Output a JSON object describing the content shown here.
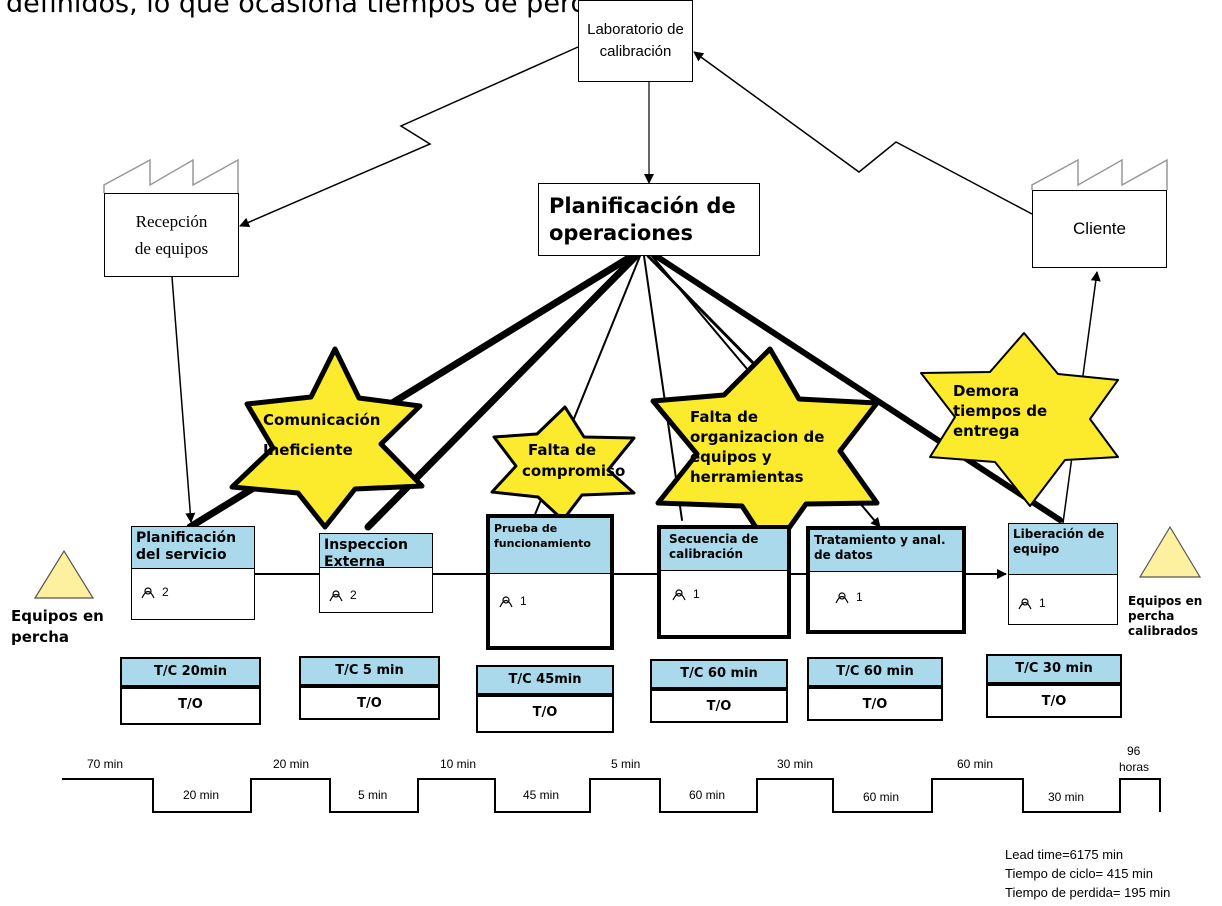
{
  "header_text": "definidos, lo que ocasiona tiempos de pérdida.",
  "nodes": {
    "lab": [
      "Laboratorio de",
      "calibración"
    ],
    "recepcion": [
      "Recepción",
      "de equipos"
    ],
    "cliente": "Cliente",
    "planificacion_ops": [
      "Planificación de",
      "operaciones"
    ]
  },
  "stars": {
    "comunicacion": [
      "Comunicación",
      "Ineficiente"
    ],
    "compromiso": [
      "Falta de",
      "compromiso"
    ],
    "organizacion": [
      "Falta de",
      "organizacion de",
      "equipos     y",
      "herramientas"
    ],
    "demora": [
      "Demora",
      "tiempos de",
      "entrega"
    ]
  },
  "inventory": {
    "left": [
      "Equipos en",
      "percha"
    ],
    "right": [
      "Equipos en",
      "percha",
      "calibrados"
    ]
  },
  "processes": [
    {
      "title": "Planificación del servicio",
      "operators": "2"
    },
    {
      "title": "Inspeccion Externa",
      "operators": "2"
    },
    {
      "title": "Prueba de funcionamiento",
      "operators": "1"
    },
    {
      "title": "Secuencia de calibración",
      "operators": "1"
    },
    {
      "title": "Tratamiento y anal. de datos",
      "operators": "1"
    },
    {
      "title": "Liberación de equipo",
      "operators": "1"
    }
  ],
  "cycle_boxes": [
    {
      "tc": "T/C 20min",
      "to": "T/O"
    },
    {
      "tc": "T/C 5  min",
      "to": "T/O"
    },
    {
      "tc": "T/C 45min",
      "to": "T/O"
    },
    {
      "tc": "T/C 60 min",
      "to": "T/O"
    },
    {
      "tc": "T/C 60 min",
      "to": "T/O"
    },
    {
      "tc": "T/C 30 min",
      "to": "T/O"
    }
  ],
  "timeline": {
    "upper": [
      "70 min",
      "20 min",
      "10 min",
      "5 min",
      "30 min",
      "60 min",
      "96",
      "horas"
    ],
    "lower": [
      "20 min",
      "5 min",
      "45 min",
      "60  min",
      "60 min",
      "30 min"
    ]
  },
  "summary": [
    "Lead time=6175 min",
    "Tiempo de ciclo= 415 min",
    "Tiempo de perdida= 195 min"
  ],
  "colors": {
    "process_header": "#a9d9ea",
    "star_fill": "#fbeb2c",
    "inventory_fill": "#fdf1a0"
  }
}
